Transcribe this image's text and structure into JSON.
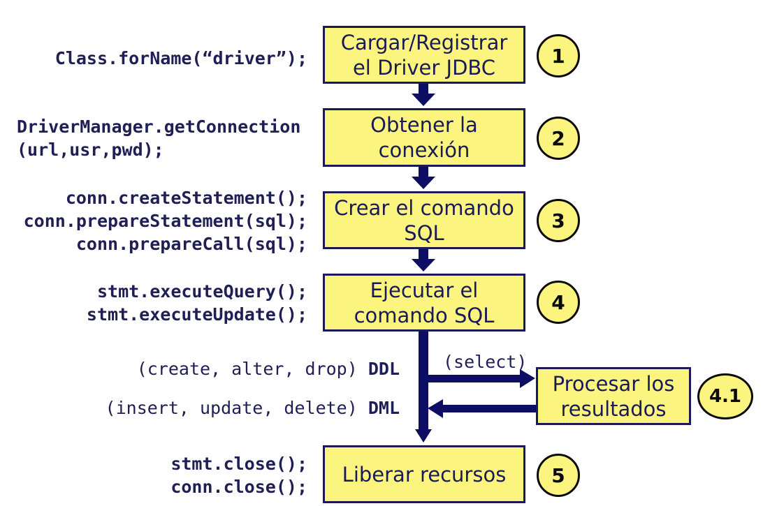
{
  "steps": [
    {
      "line1": "Cargar/Registrar",
      "line2": "el Driver JDBC",
      "number": "1"
    },
    {
      "line1": "Obtener la",
      "line2": "conexión",
      "number": "2"
    },
    {
      "line1": "Crear el comando",
      "line2": "SQL",
      "number": "3"
    },
    {
      "line1": "Ejecutar el",
      "line2": "comando SQL",
      "number": "4"
    },
    {
      "line1": "Procesar los",
      "line2": "resultados",
      "number": "4.1"
    },
    {
      "line1": "Liberar recursos",
      "line2": "",
      "number": "5"
    }
  ],
  "code": {
    "step1": [
      "Class.forName(“driver”);"
    ],
    "step2": [
      "DriverManager.getConnection",
      "(url,usr,pwd);"
    ],
    "step3": [
      "conn.createStatement();",
      "conn.prepareStatement(sql);",
      "conn.prepareCall(sql);"
    ],
    "step4": [
      "stmt.executeQuery();",
      "stmt.executeUpdate();"
    ],
    "step5": [
      "stmt.close();",
      "conn.close();"
    ]
  },
  "branch": {
    "select_label": "(select)",
    "ddl_ops": "(create, alter, drop)",
    "ddl_tag": "DDL",
    "dml_ops": "(insert, update, delete)",
    "dml_tag": "DML"
  },
  "colors": {
    "box_fill": "#fbf57f",
    "box_border": "#1a1a55",
    "arrow": "#0d0d63",
    "code_text": "#1f1f56"
  }
}
